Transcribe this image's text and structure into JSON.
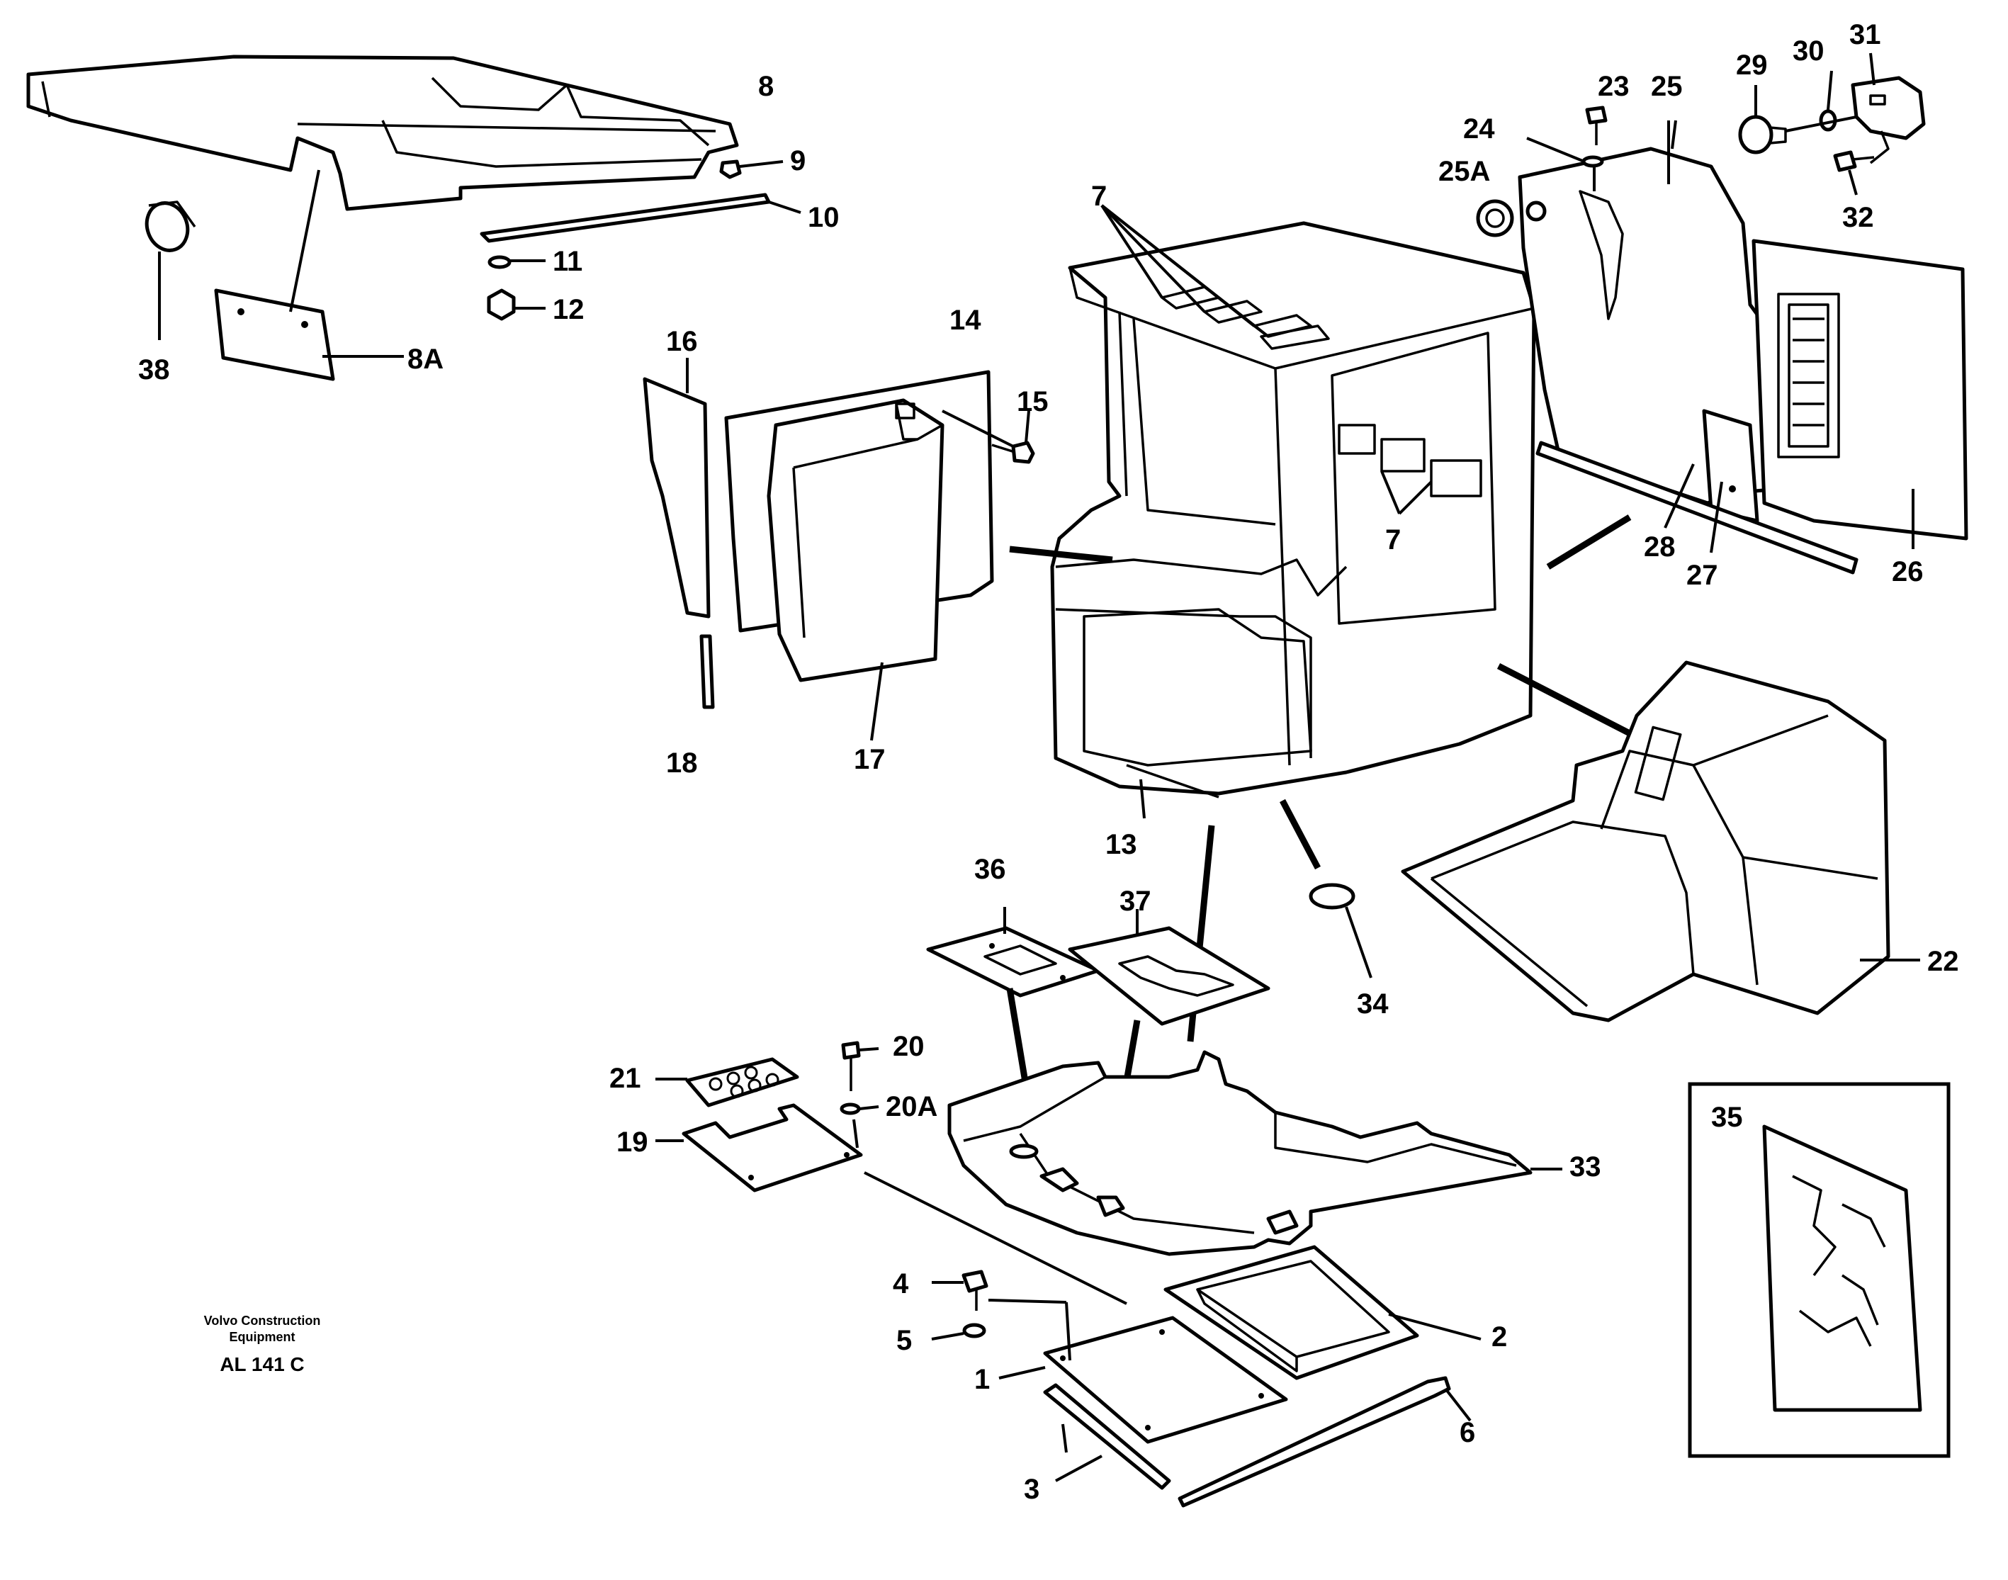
{
  "labels": {
    "p1": "1",
    "p2": "2",
    "p3": "3",
    "p4": "4",
    "p5": "5",
    "p6": "6",
    "p7a": "7",
    "p7b": "7",
    "p8": "8",
    "p8a": "8A",
    "p9": "9",
    "p10": "10",
    "p11": "11",
    "p12": "12",
    "p13": "13",
    "p14": "14",
    "p15": "15",
    "p16": "16",
    "p17": "17",
    "p18": "18",
    "p19": "19",
    "p20": "20",
    "p20a": "20A",
    "p21": "21",
    "p22": "22",
    "p23": "23",
    "p24": "24",
    "p25": "25",
    "p25a": "25A",
    "p26": "26",
    "p27": "27",
    "p28": "28",
    "p29": "29",
    "p30": "30",
    "p31": "31",
    "p32": "32",
    "p33": "33",
    "p34": "34",
    "p35": "35",
    "p36": "36",
    "p37": "37",
    "p38": "38"
  },
  "publisher": {
    "line1": "Volvo Construction",
    "line2": "Equipment",
    "code": "AL 141 C"
  }
}
